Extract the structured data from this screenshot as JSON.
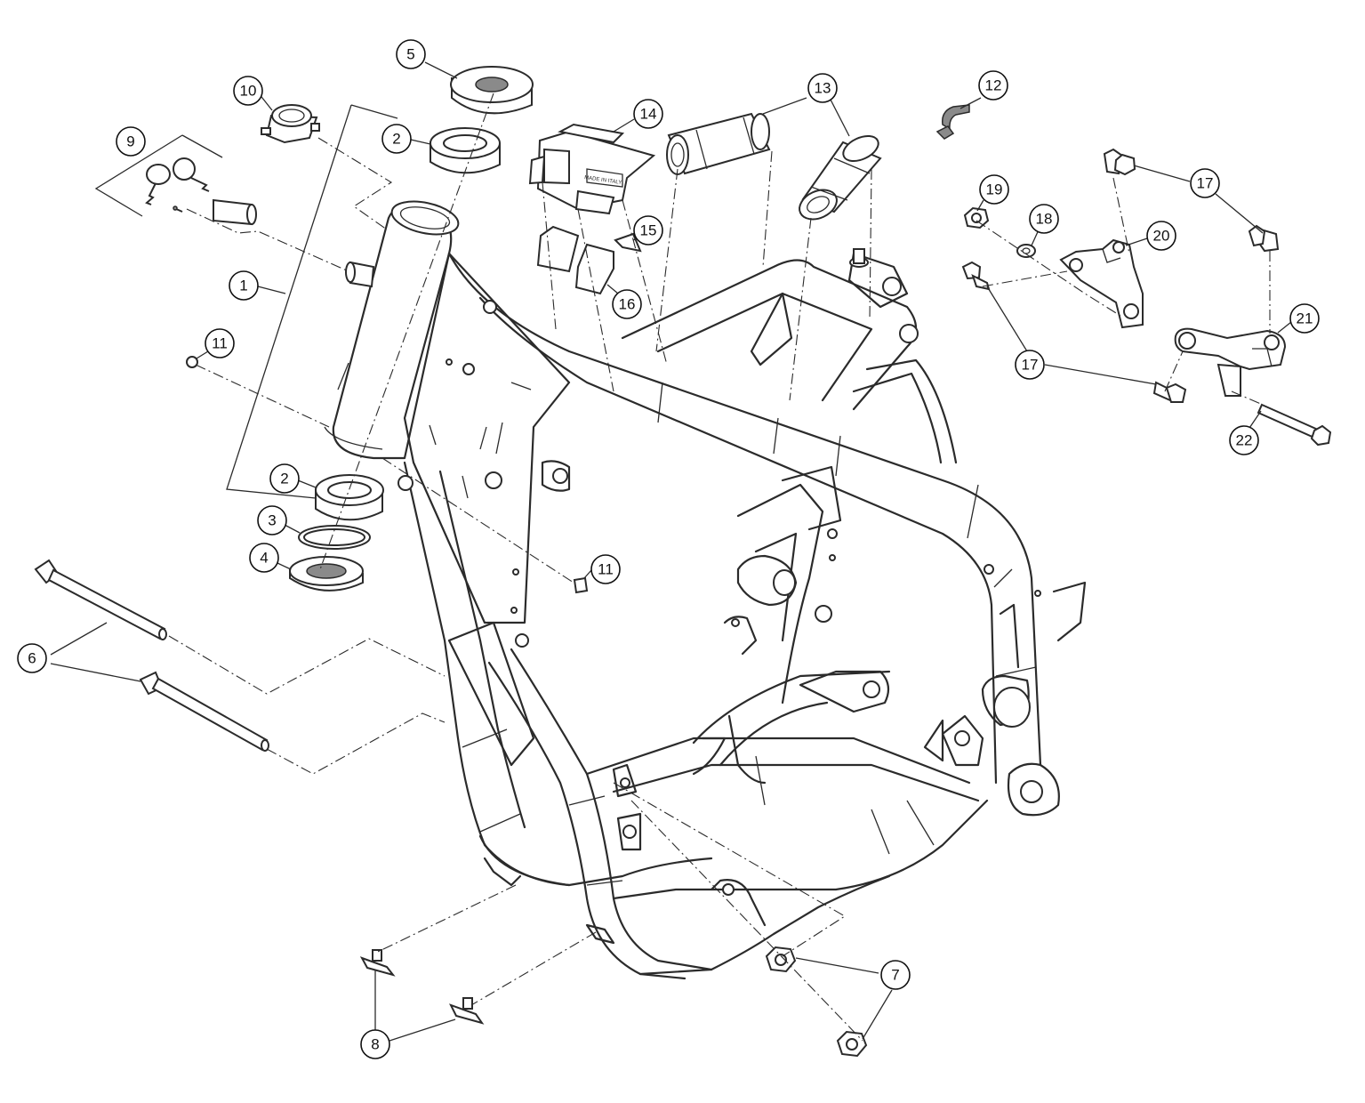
{
  "diagram": {
    "type": "exploded-parts-diagram",
    "callouts": [
      "1",
      "2",
      "3",
      "4",
      "5",
      "6",
      "7",
      "8",
      "9",
      "10",
      "11",
      "12",
      "13",
      "14",
      "15",
      "16",
      "17",
      "18",
      "19",
      "20",
      "21",
      "22"
    ],
    "part_stamp": "MADE IN ITALY"
  }
}
